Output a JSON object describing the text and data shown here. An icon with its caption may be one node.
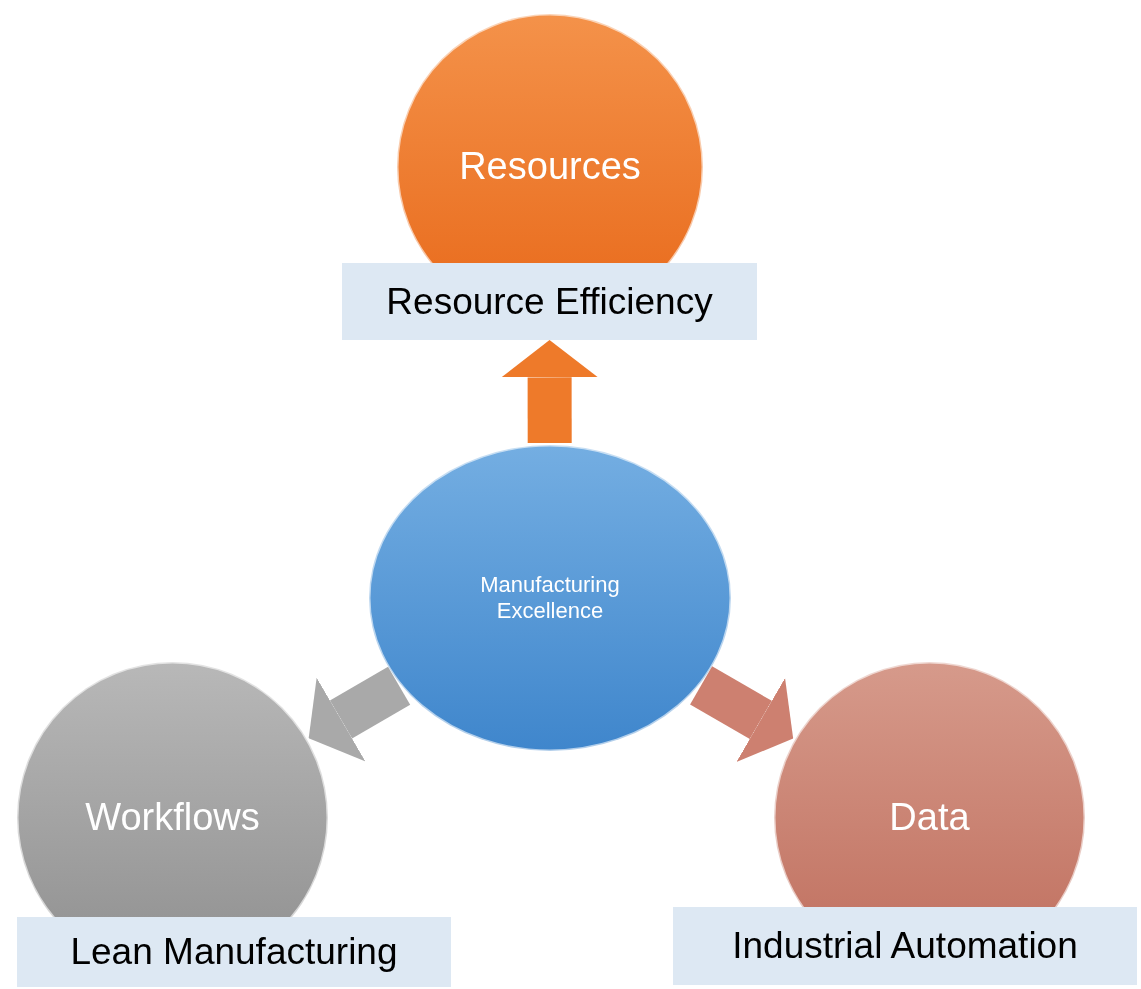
{
  "diagram": {
    "nodes": [
      {
        "text": [
          "Manufacturing Excellence"
        ]
      },
      {
        "text": [
          "Resources"
        ]
      },
      {
        "text": [
          "Resource Efficiency"
        ]
      },
      {
        "text": [
          "Workflows"
        ]
      },
      {
        "text": [
          "Lean Manufacturing"
        ]
      },
      {
        "text": [
          "Data"
        ]
      },
      {
        "text": [
          "Industrial Automation"
        ]
      }
    ],
    "edges": [
      {
        "from": 0,
        "to": 2,
        "arrow": "to",
        "color": "#ee7a2a"
      },
      {
        "from": 0,
        "to": 3,
        "arrow": "to",
        "color": "#a9a9a9"
      },
      {
        "from": 0,
        "to": 5,
        "arrow": "to",
        "color": "#cd8070"
      }
    ]
  }
}
